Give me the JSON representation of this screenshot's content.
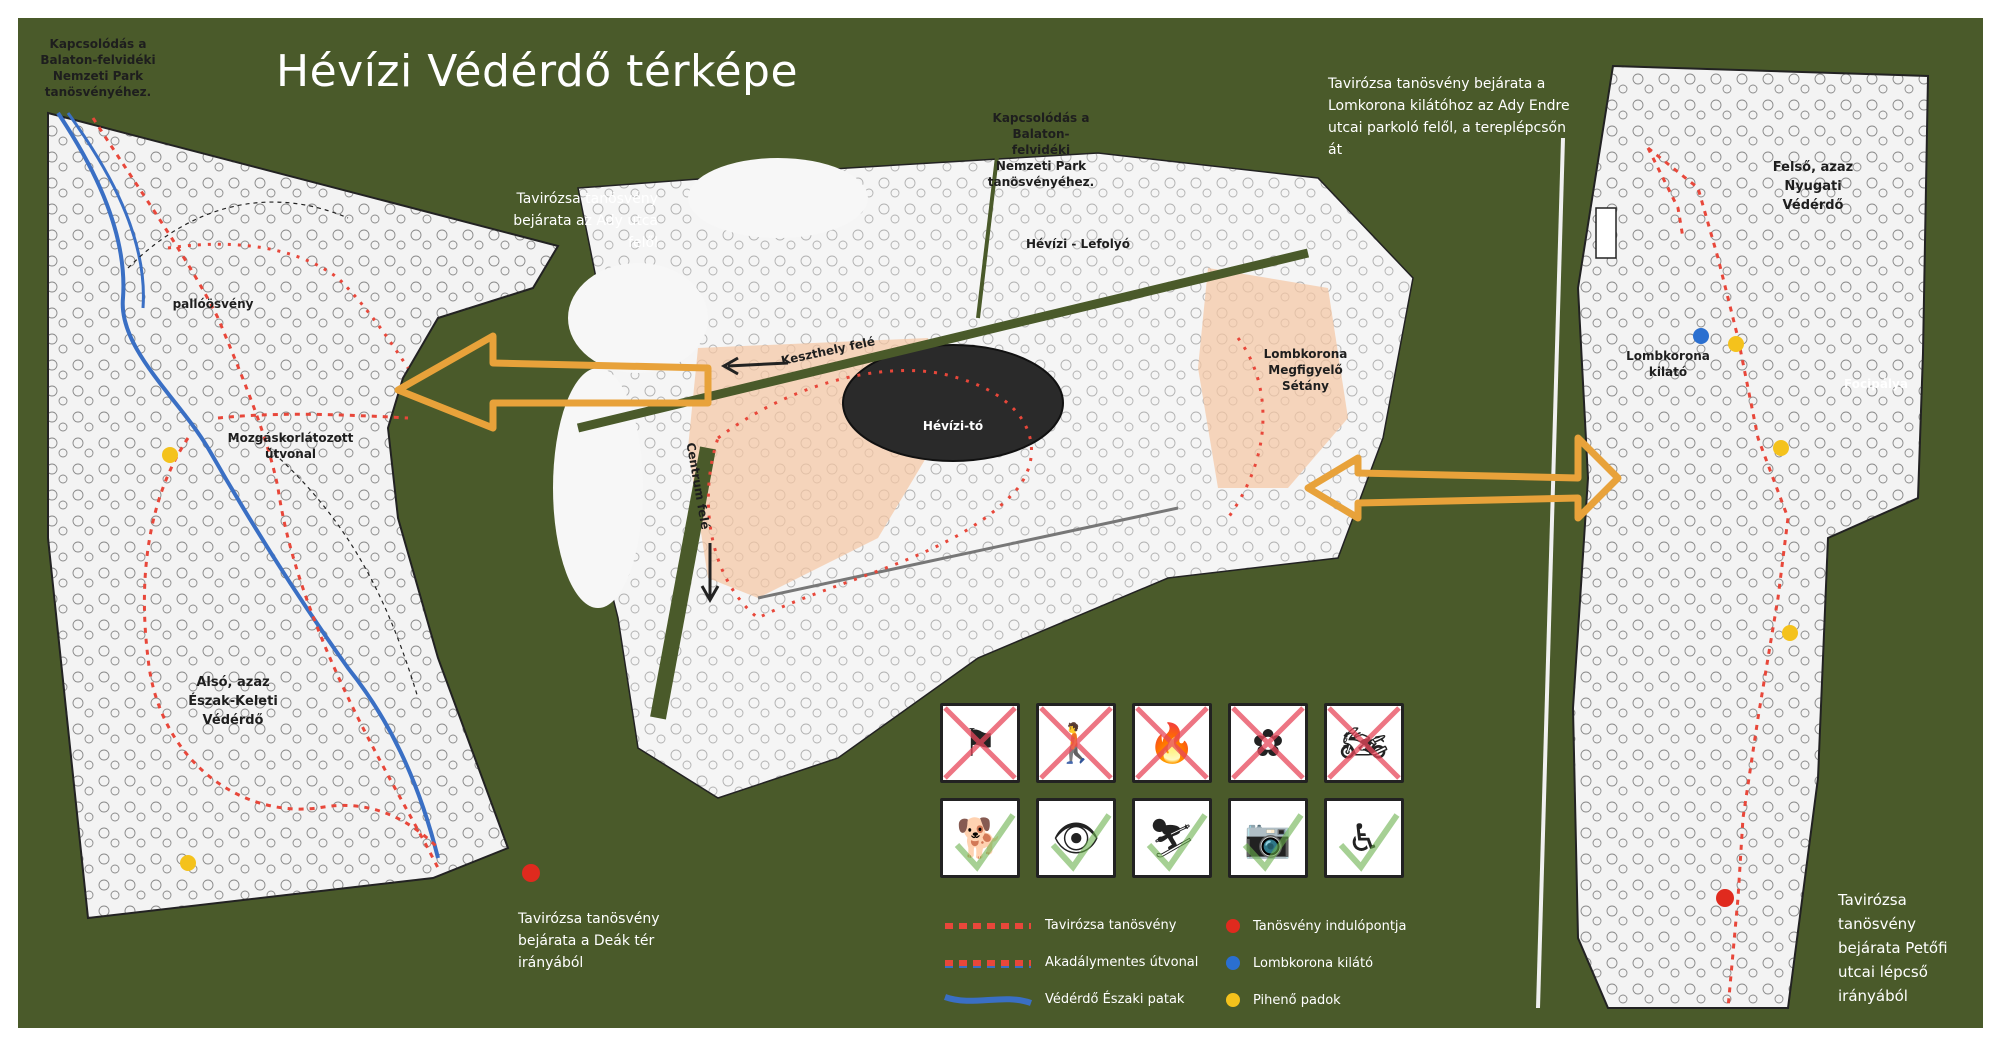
{
  "title": "Hévízi Védérdő térképe",
  "labels": {
    "np_left": "Kapcsolódás a Balaton-felvidéki Nemzeti Park tanösvényéhez.",
    "np_center": "Kapcsolódás a Balaton-felvidéki Nemzeti Park tanösvényéhez.",
    "pallo": "pallóösvény",
    "mozgas": "Mozgáskorlátozott útvonal",
    "also": "Alsó, azaz Észak-Keleti Védérdő",
    "hevizi_lefolyo": "Hévízi - Lefolyó",
    "keszthely": "Keszthely felé",
    "centrum": "Centrum felé",
    "heviz_to": "Hévízi-tó",
    "lombkorona_setany": "Lombkorona Megfigyelő Sétány",
    "felso": "Felső, azaz Nyugati Védérdő",
    "lombkorona_kilato": "Lombkorona kilató",
    "focipalya": "Focipálya"
  },
  "notes": {
    "ady_utca": "Tavirózsa tanösvény bejárata az Ady utca felől",
    "deak_ter": "Tavirózsa tanösvény bejárata a Deák tér irányából",
    "ady_parkolo": "Tavirózsa tanösvény bejárata a Lomkorona kilátóhoz az Ady Endre utcai parkoló felől, a tereplépcsőn át",
    "petofi": "Tavirózsa tanösvény bejárata Petőfi utcai lépcső irányából"
  },
  "legend": [
    {
      "label": "Tavirózsa tanösvény",
      "type": "dashed",
      "color": "#e8473a"
    },
    {
      "label": "Akadálymentes útvonal",
      "type": "dashed-blue",
      "color": "#e8473a"
    },
    {
      "label": "Védérdő Északi patak",
      "type": "wave",
      "color": "#3a6fc4"
    },
    {
      "label": "Tanösvény indulópontja",
      "type": "dot",
      "color": "#e02a1e"
    },
    {
      "label": "Lombkorona kilátó",
      "type": "dot",
      "color": "#2a6fd0"
    },
    {
      "label": "Pihenő padok",
      "type": "dot",
      "color": "#f4c21c"
    }
  ],
  "rules": {
    "forbidden_icons": [
      "signpost-icon",
      "walker-icon",
      "campfire-icon",
      "flower-picking-icon",
      "motorbike-icon"
    ],
    "allowed_icons": [
      "dog-walking-icon",
      "binoculars-icon",
      "nordic-walking-icon",
      "camera-icon",
      "wheelchair-icon"
    ]
  },
  "colors": {
    "board": "#4a5a2a",
    "trail_red": "#e8473a",
    "stream_blue": "#3a6fc4",
    "arrow_orange": "#e8a23a"
  }
}
